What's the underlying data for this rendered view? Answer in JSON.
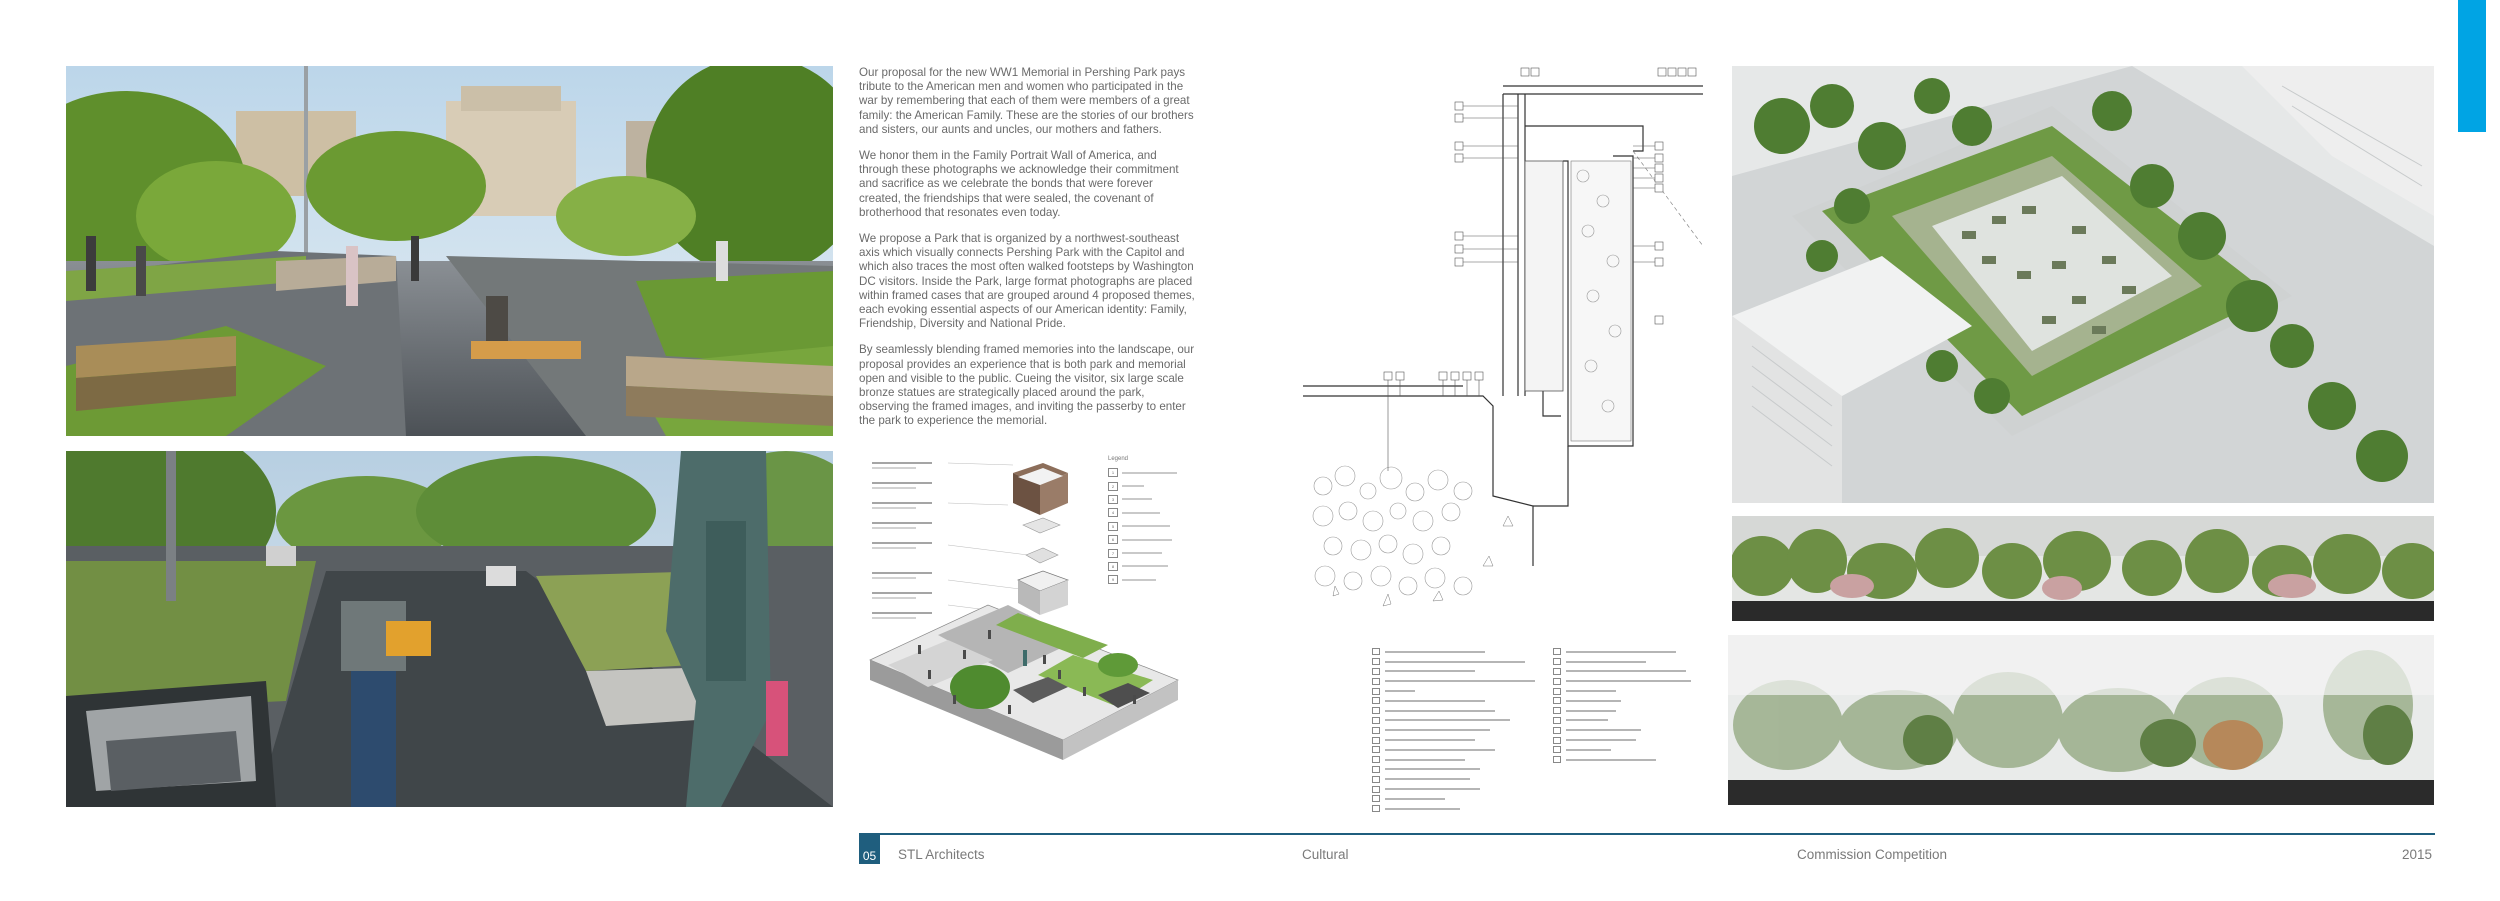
{
  "description_text": {
    "p1": "Our proposal for the new WW1 Memorial in Pershing Park pays tribute to the American men and women who participated in the war by remembering that each of them were members of a great family: the American Family. These are the stories of our brothers and sisters, our aunts and uncles, our mothers and fathers.",
    "p2": "We honor them in the Family Portrait Wall of America, and through these photographs we acknowledge their commitment and sacrifice as we celebrate the bonds that were forever created, the friendships that were sealed, the covenant of brotherhood that resonates even today.",
    "p3": "We propose a Park that is organized by a northwest-southeast axis which visually connects Pershing Park with the Capitol and which also traces the most often walked footsteps by Washington DC visitors.  Inside the Park, large format photographs are placed within framed cases that are grouped around 4 proposed themes, each evoking essential aspects of our American identity: Family, Friendship, Diversity and National Pride.",
    "p4": "By seamlessly blending framed memories into the landscape, our proposal provides an experience that is both park and memorial open and visible to the public. Cueing the visitor, six large scale bronze statues are strategically placed around the park, observing the framed images, and inviting the passerby to enter the park to experience the memorial."
  },
  "diagram": {
    "legend_title": "Legend"
  },
  "footer": {
    "page_number": "05",
    "firm": "STL Architects",
    "category": "Cultural",
    "project_type": "Commission Competition",
    "year": "2015"
  },
  "colors": {
    "accent": "#00a4e4",
    "footer_rule": "#1f5e7e"
  }
}
